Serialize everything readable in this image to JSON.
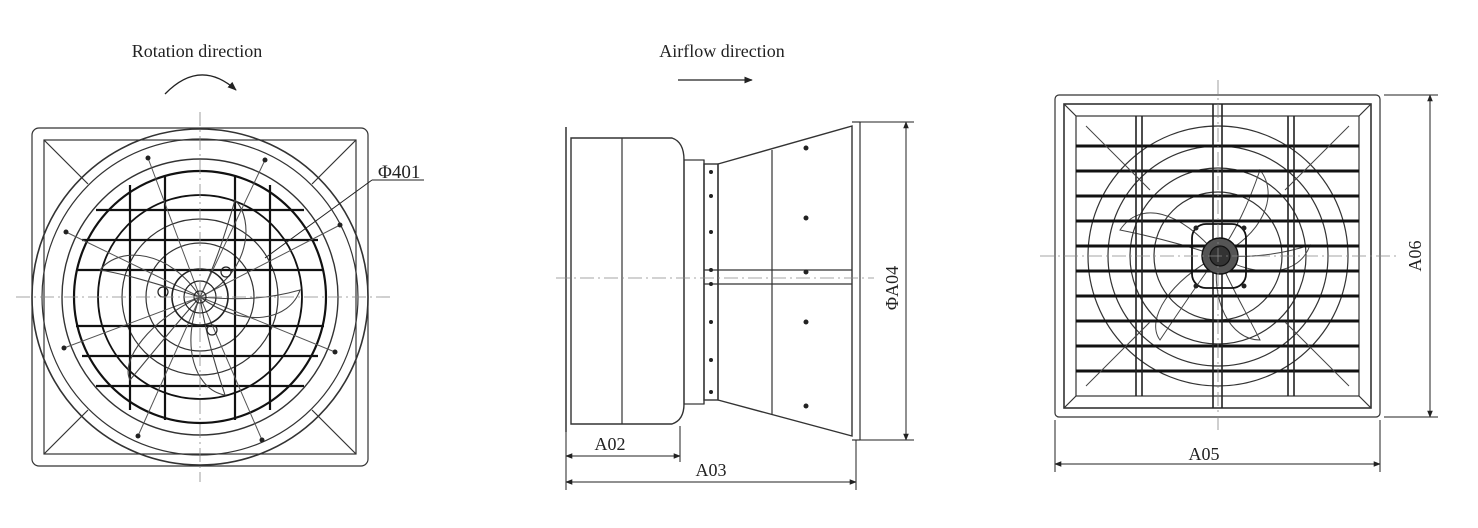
{
  "front_view": {
    "rotation_label": "Rotation direction",
    "diameter_label": "Φ401"
  },
  "side_view": {
    "airflow_label": "Airflow direction",
    "dim_a02": "A02",
    "dim_a03": "A03",
    "dim_a04": "ΦA04"
  },
  "rear_view": {
    "dim_a05": "A05",
    "dim_a06": "A06"
  }
}
